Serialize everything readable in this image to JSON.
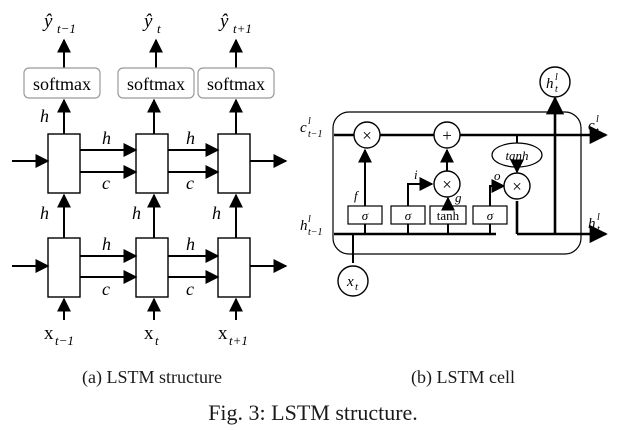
{
  "structure": {
    "outputs": [
      "ŷ",
      "ŷ",
      "ŷ"
    ],
    "output_subs": [
      "t−1",
      "t",
      "t+1"
    ],
    "softmax_label": "softmax",
    "hidden_label": "h",
    "cell_label": "c",
    "inputs": [
      "x",
      "x",
      "x"
    ],
    "input_subs": [
      "t−1",
      "t",
      "t+1"
    ],
    "caption": "(a) LSTM structure"
  },
  "cell": {
    "c_prev": "c",
    "c_prev_sup": "l",
    "c_prev_sub": "t−1",
    "h_prev": "h",
    "h_prev_sup": "l",
    "h_prev_sub": "t−1",
    "c_out": "c",
    "c_out_sup": "l",
    "c_out_sub": "t",
    "h_out_right": "h",
    "h_out_right_sup": "l",
    "h_out_right_sub": "t",
    "h_out_top": "h",
    "h_out_top_sup": "l",
    "h_out_top_sub": "t",
    "x_in": "x",
    "x_in_sub": "t",
    "gates": [
      "σ",
      "σ",
      "tanh",
      "σ"
    ],
    "gate_labels": [
      "f",
      "i",
      "g",
      "o"
    ],
    "mul_symbol": "×",
    "add_symbol": "+",
    "tanh_label": "tanh",
    "caption": "(b) LSTM cell"
  },
  "figure_caption": "Fig. 3: LSTM structure."
}
